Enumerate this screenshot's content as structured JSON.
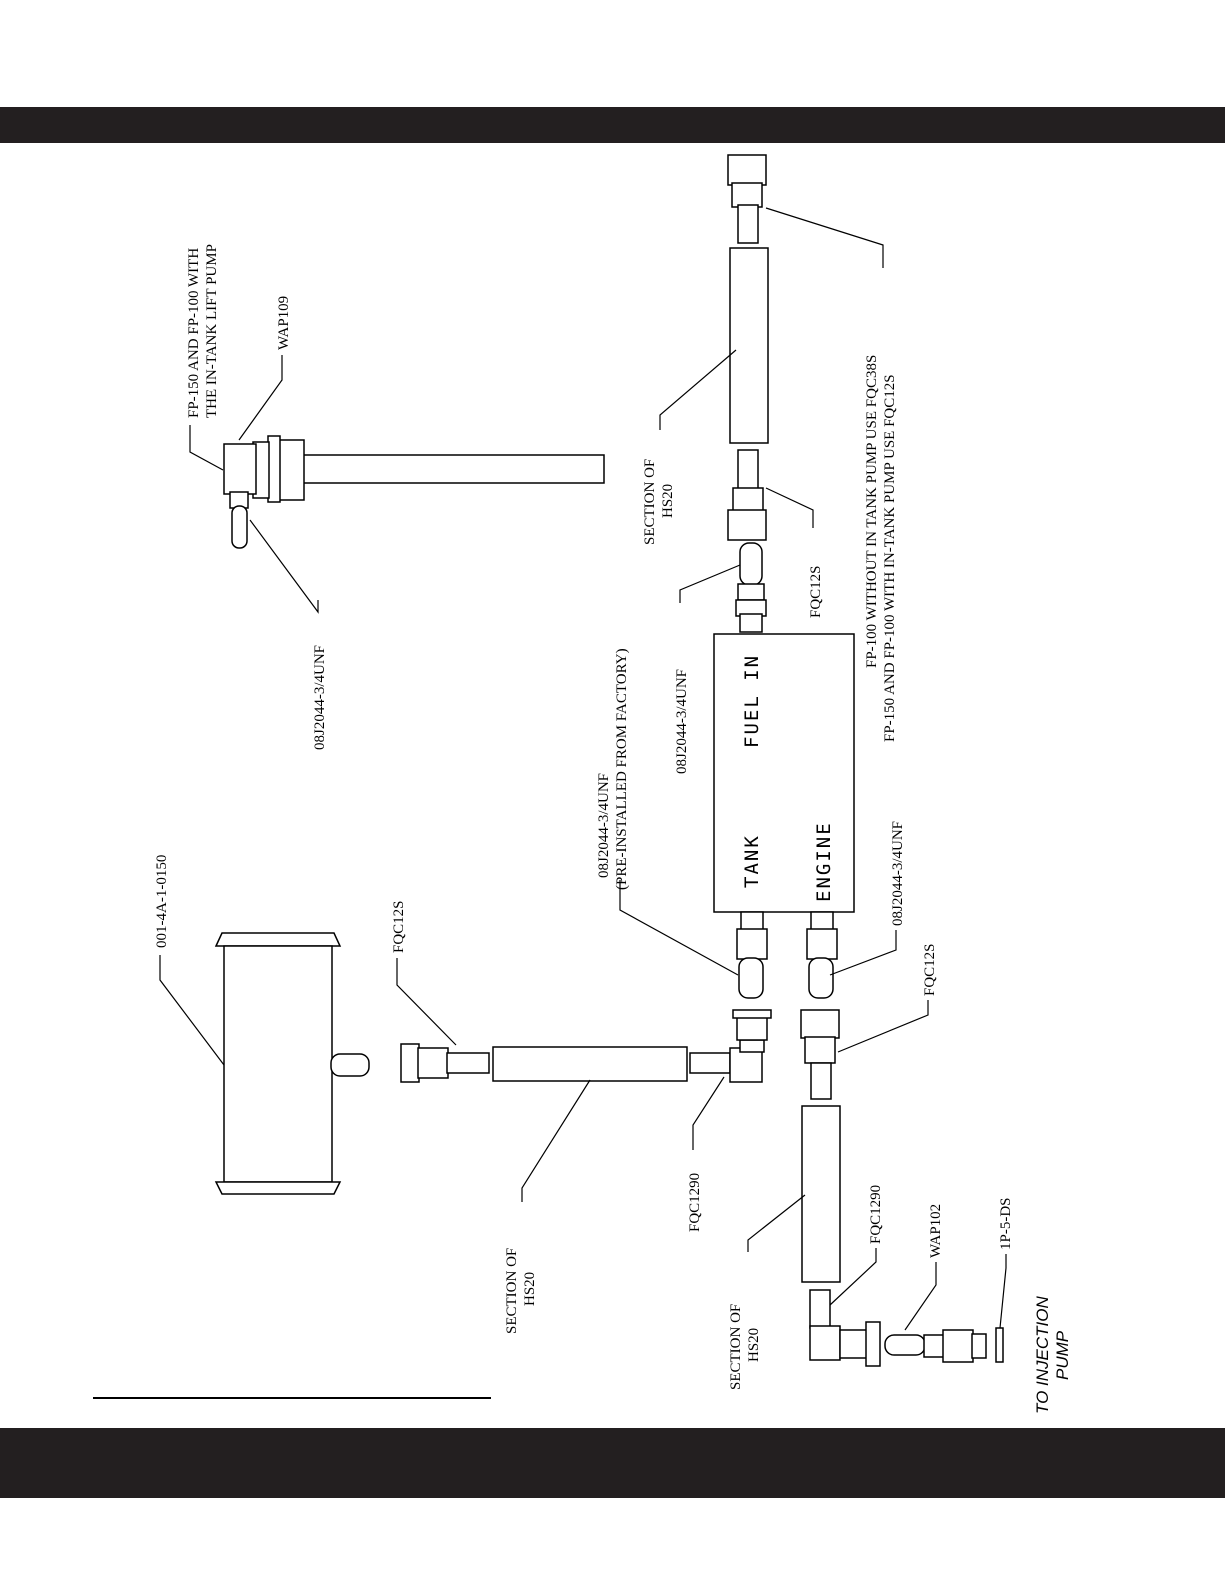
{
  "labels": {
    "fp_note_line1": "FP-150 AND FP-100 WITH",
    "fp_note_line2": "THE IN-TANK LIFT PUMP",
    "wap109": "WAP109",
    "fitting_top": "08J2044-3/4UNF",
    "tank_part": "001-4A-1-0150",
    "fqc12s_left": "FQC12S",
    "section_left_1": "SECTION OF",
    "section_left_2": "HS20",
    "fqc1290_left": "FQC1290",
    "preinstalled_1": "08J2044-3/4UNF",
    "preinstalled_2": "(PRE-INSTALLED FROM FACTORY)",
    "fuel_in_fitting": "08J2044-3/4UNF",
    "engine_fitting": "08J2044-3/4UNF",
    "fqc12s_mid": "FQC12S",
    "fqc12s_bottom": "FQC12S",
    "section_top_1": "SECTION OF",
    "section_top_2": "HS20",
    "fqc_note_1": "FP-100 WITHOUT IN TANK PUMP USE FQC38S",
    "fqc_note_2": "FP-150 AND  FP-100 WITH IN-TANK PUMP USE FQC12S",
    "section_bottom_1": "SECTION OF",
    "section_bottom_2": "HS20",
    "fqc1290_bottom": "FQC1290",
    "wap102": "WAP102",
    "ds": "1P-5-DS",
    "injection_1": "TO INJECTION",
    "injection_2": "PUMP"
  },
  "pump_box": {
    "fuel_in": "FUEL IN",
    "tank": "TANK",
    "engine": "ENGINE"
  }
}
